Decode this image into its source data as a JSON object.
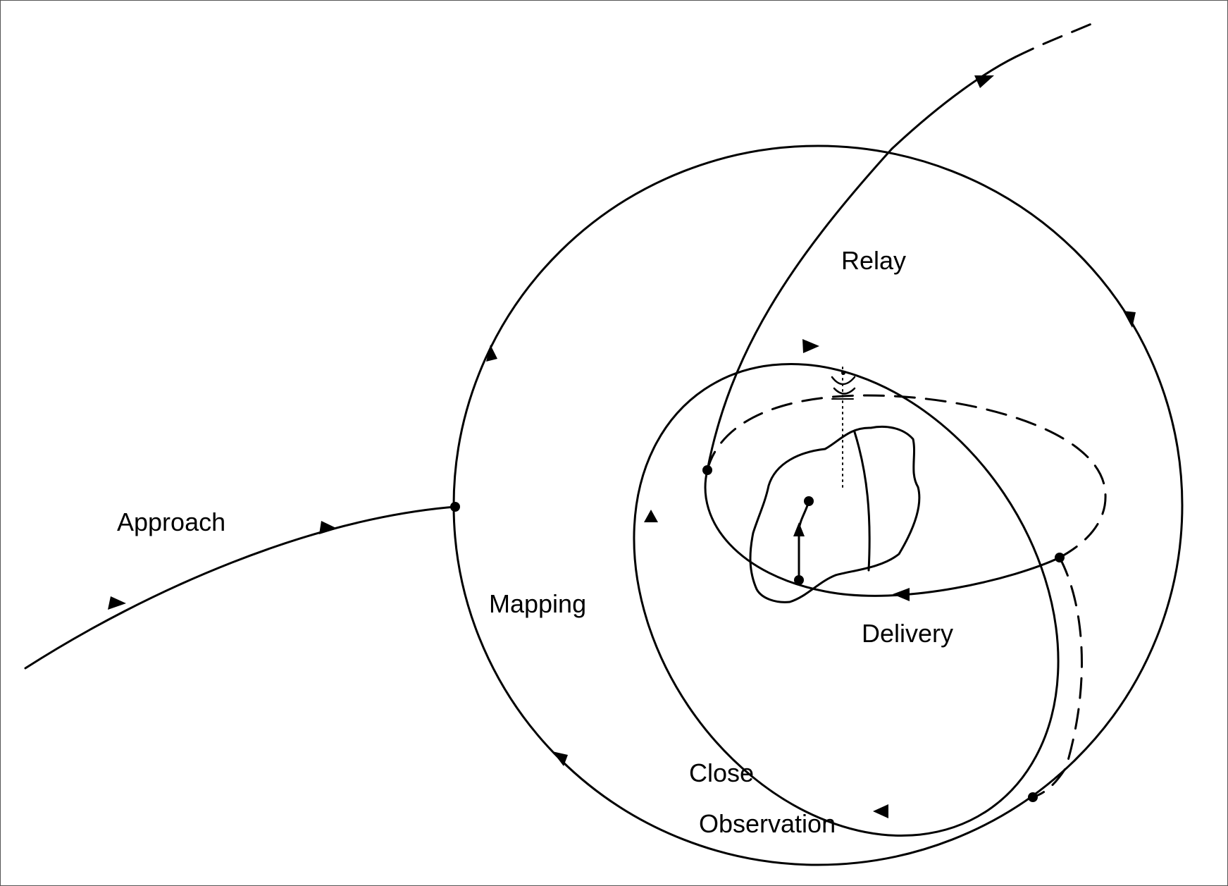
{
  "diagram": {
    "phases": {
      "approach": "Approach",
      "relay": "Relay",
      "mapping": "Mapping",
      "delivery": "Delivery",
      "close_observation_line1": "Close",
      "close_observation_line2": "Observation"
    }
  },
  "colors": {
    "stroke": "#000000",
    "background": "#ffffff"
  }
}
